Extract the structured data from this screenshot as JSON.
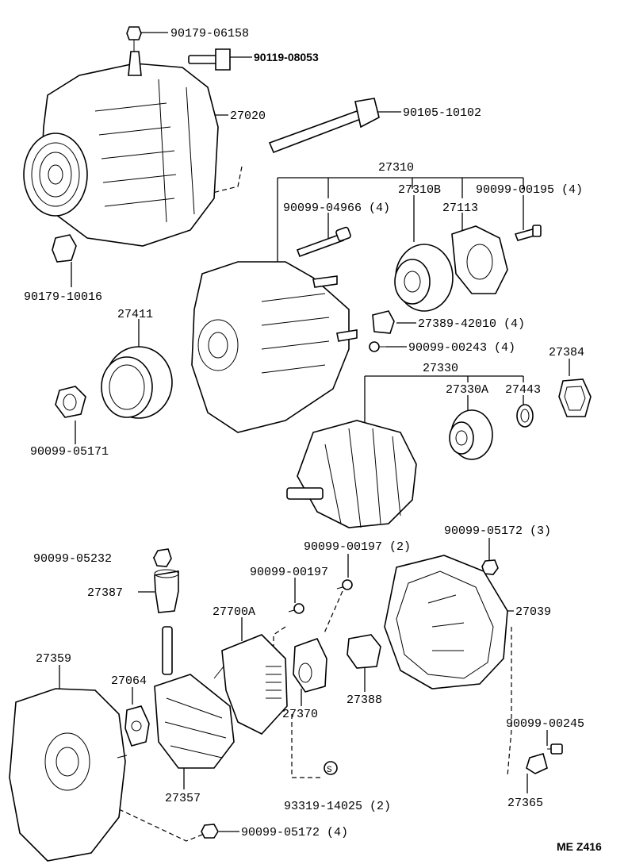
{
  "labels": {
    "p90179_06158": "90179-06158",
    "p90119_08053": "90119-08053",
    "p27020": "27020",
    "p90105_10102": "90105-10102",
    "p27310": "27310",
    "p27310B": "27310B",
    "p90099_00195": "90099-00195 (4)",
    "p90099_04966": "90099-04966 (4)",
    "p27113": "27113",
    "p90179_10016": "90179-10016",
    "p27411": "27411",
    "p27389_42010": "27389-42010 (4)",
    "p90099_00243": "90099-00243 (4)",
    "p27384": "27384",
    "p27330": "27330",
    "p27330A": "27330A",
    "p27443": "27443",
    "p90099_05171": "90099-05171",
    "p90099_05172_3": "90099-05172 (3)",
    "p90099_00197_2": "90099-00197 (2)",
    "p90099_05232": "90099-05232",
    "p90099_00197": "90099-00197",
    "p27387": "27387",
    "p27700A": "27700A",
    "p27039": "27039",
    "p27359": "27359",
    "p27064": "27064",
    "p27370": "27370",
    "p27388": "27388",
    "p90099_00245": "90099-00245",
    "p27357": "27357",
    "p93319_14025": "93319-14025 (2)",
    "p27365": "27365",
    "p90099_05172_4": "90099-05172 (4)",
    "diagram_code": "ME Z416"
  },
  "icons": {
    "nut_marker": "S"
  }
}
